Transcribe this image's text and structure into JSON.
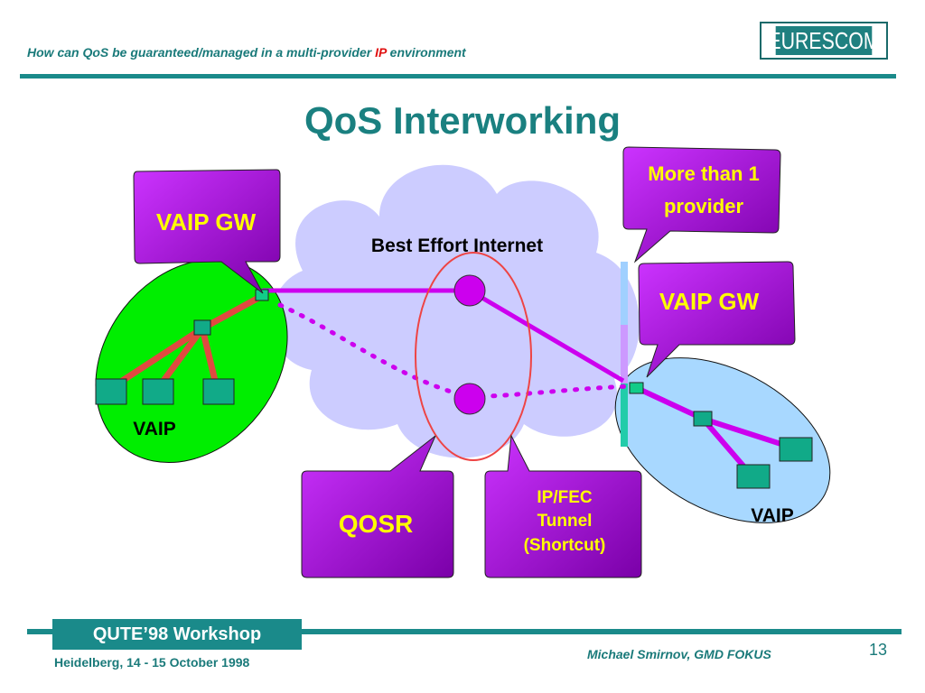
{
  "header": {
    "subtitle_pre": "How can QoS be guaranteed/managed in a multi-provider ",
    "subtitle_hl": "IP",
    "subtitle_post": " environment",
    "logo": "EURESCOM"
  },
  "title": "QoS Interworking",
  "diagram": {
    "cloud_label": "Best Effort Internet",
    "left_domain_label": "VAIP",
    "right_domain_label": "VAIP",
    "callouts": {
      "vaip_gw_left": "VAIP GW",
      "vaip_gw_right": "VAIP GW",
      "more_than_line1": "More than 1",
      "more_than_line2": "provider",
      "qosr": "QOSR",
      "tunnel_line1": "IP/FEC",
      "tunnel_line2": "Tunnel",
      "tunnel_line3": "(Shortcut)"
    },
    "colors": {
      "left_domain": "#00ee00",
      "right_domain": "#a8d8ff",
      "cloud": "#ccccff",
      "callout_fill": "#9900cc",
      "callout_text": "#ffff00",
      "link": "#cc00ee",
      "tree_link": "#e04a40",
      "node": "#11aa88"
    }
  },
  "footer": {
    "workshop": "QUTE’98 Workshop",
    "location": "Heidelberg, 14 - 15 October 1998",
    "author": "Michael Smirnov, GMD FOKUS",
    "page": "13"
  }
}
